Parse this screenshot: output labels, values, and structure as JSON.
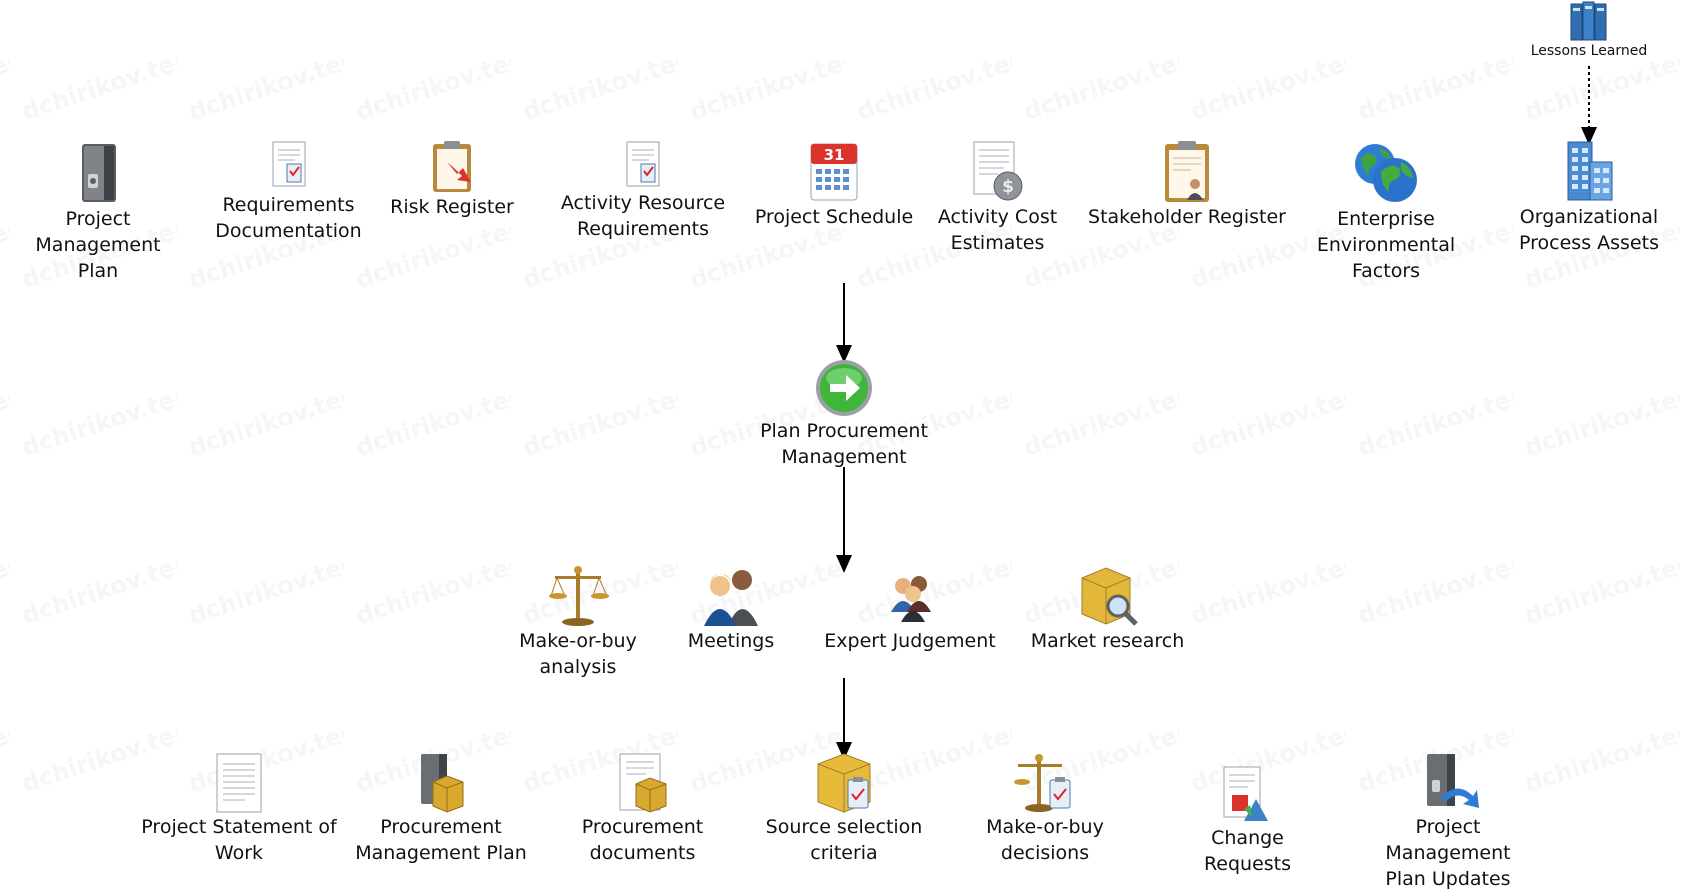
{
  "watermark": "dchirikov.tech",
  "lessons_learned": "Lessons Learned",
  "inputs": [
    {
      "label": "Project Management\nPlan",
      "icon": "binder-icon"
    },
    {
      "label": "Requirements\nDocumentation",
      "icon": "document-icon"
    },
    {
      "label": "Risk Register",
      "icon": "risk-clipboard-icon"
    },
    {
      "label": "Activity Resource\nRequirements",
      "icon": "document-icon"
    },
    {
      "label": "Project Schedule",
      "icon": "calendar-icon"
    },
    {
      "label": "Activity Cost\nEstimates",
      "icon": "cost-document-icon"
    },
    {
      "label": "Stakeholder Register",
      "icon": "stakeholder-clipboard-icon"
    },
    {
      "label": "Enterprise\nEnvironmental\nFactors",
      "icon": "globe-icon"
    },
    {
      "label": "Organizational\nProcess Assets",
      "icon": "building-icon"
    }
  ],
  "process": {
    "label": "Plan Procurement\nManagement",
    "icon": "green-arrow-icon",
    "calendar_day": "31"
  },
  "tools": [
    {
      "label": "Make-or-buy\nanalysis",
      "icon": "scales-icon"
    },
    {
      "label": "Meetings",
      "icon": "people-icon"
    },
    {
      "label": "Expert Judgement",
      "icon": "experts-icon"
    },
    {
      "label": "Market research",
      "icon": "box-search-icon"
    }
  ],
  "outputs": [
    {
      "label": "Project Statement of\nWork",
      "icon": "document-icon"
    },
    {
      "label": "Procurement\nManagement Plan",
      "icon": "binder-box-icon"
    },
    {
      "label": "Procurement\ndocuments",
      "icon": "document-box-icon"
    },
    {
      "label": "Source selection\ncriteria",
      "icon": "box-clipboard-icon"
    },
    {
      "label": "Make-or-buy\ndecisions",
      "icon": "scales-clipboard-icon"
    },
    {
      "label": "Change Requests",
      "icon": "change-document-icon"
    },
    {
      "label": "Project Management\nPlan Updates",
      "icon": "binder-update-icon"
    }
  ]
}
